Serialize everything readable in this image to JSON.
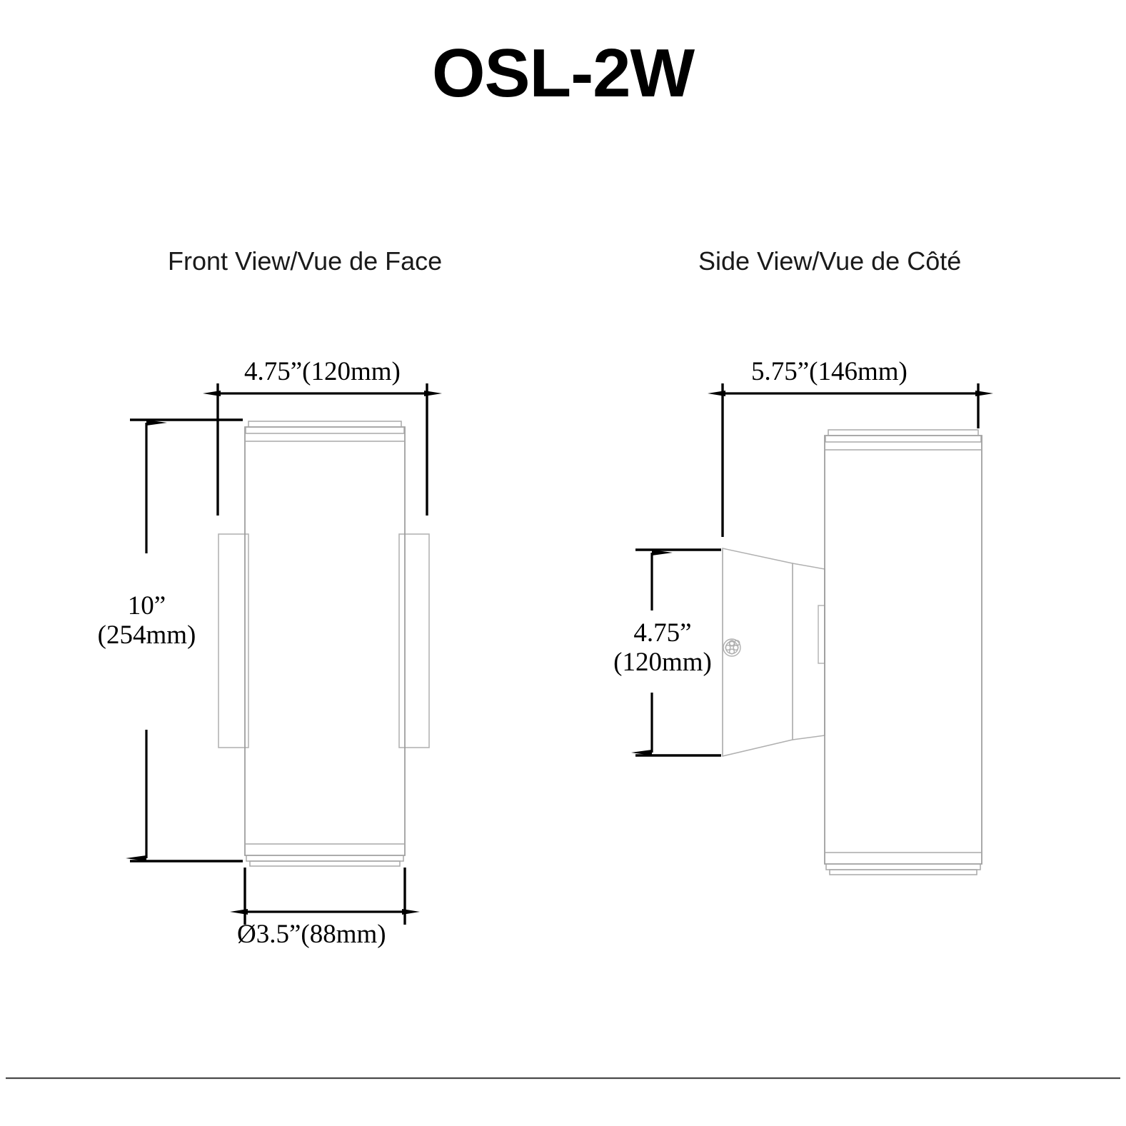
{
  "title": "OSL-2W",
  "views": {
    "front": {
      "label": "Front View/Vue de Face",
      "dimensions": {
        "width": "4.75”(120mm)",
        "height_line1": "10”",
        "height_line2": "(254mm)",
        "diameter": "Ø3.5”(88mm)"
      }
    },
    "side": {
      "label": "Side View/Vue de Côté",
      "dimensions": {
        "width": "5.75”(146mm)",
        "height_line1": "4.75”",
        "height_line2": "(120mm)"
      }
    }
  },
  "spec_values": {
    "body_width_in": 4.75,
    "body_width_mm": 120,
    "body_height_in": 10,
    "body_height_mm": 254,
    "body_diameter_in": 3.5,
    "body_diameter_mm": 88,
    "side_depth_in": 5.75,
    "side_depth_mm": 146,
    "backplate_height_in": 4.75,
    "backplate_height_mm": 120
  },
  "colors": {
    "ink": "#000000",
    "outline": "#9a9a9a",
    "outline_light": "#bbbbbb",
    "footer_rule": "#4a4a4a",
    "background": "#ffffff"
  },
  "icons": {
    "screw": "screw-head-icon"
  },
  "footer": {
    "rule_visible": true
  }
}
